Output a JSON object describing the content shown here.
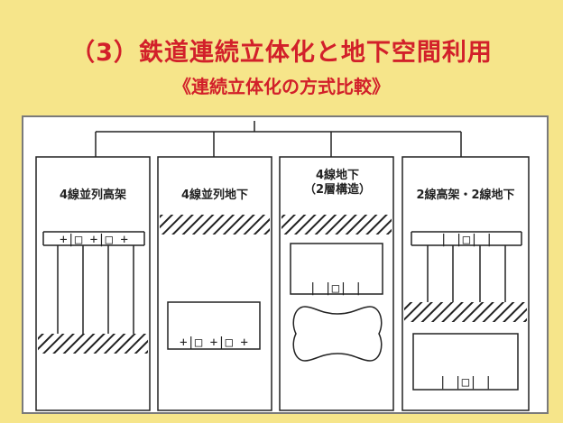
{
  "title": "（3）鉄道連続立体化と地下空間利用",
  "subtitle": "《連続立体化の方式比較》",
  "options": [
    {
      "label_lines": [
        "4線並列高架"
      ]
    },
    {
      "label_lines": [
        "4線並列地下"
      ]
    },
    {
      "label_lines": [
        "4線地下",
        "（2層構造）"
      ]
    },
    {
      "label_lines": [
        "2線高架・2線地下"
      ]
    }
  ],
  "tracks": {
    "four": "+|□ +|□ +",
    "two": "|  |□|  |"
  },
  "colors": {
    "background": "#f6e58a",
    "title": "#d2202a",
    "panel": "#ffffff",
    "ink": "#222222"
  }
}
